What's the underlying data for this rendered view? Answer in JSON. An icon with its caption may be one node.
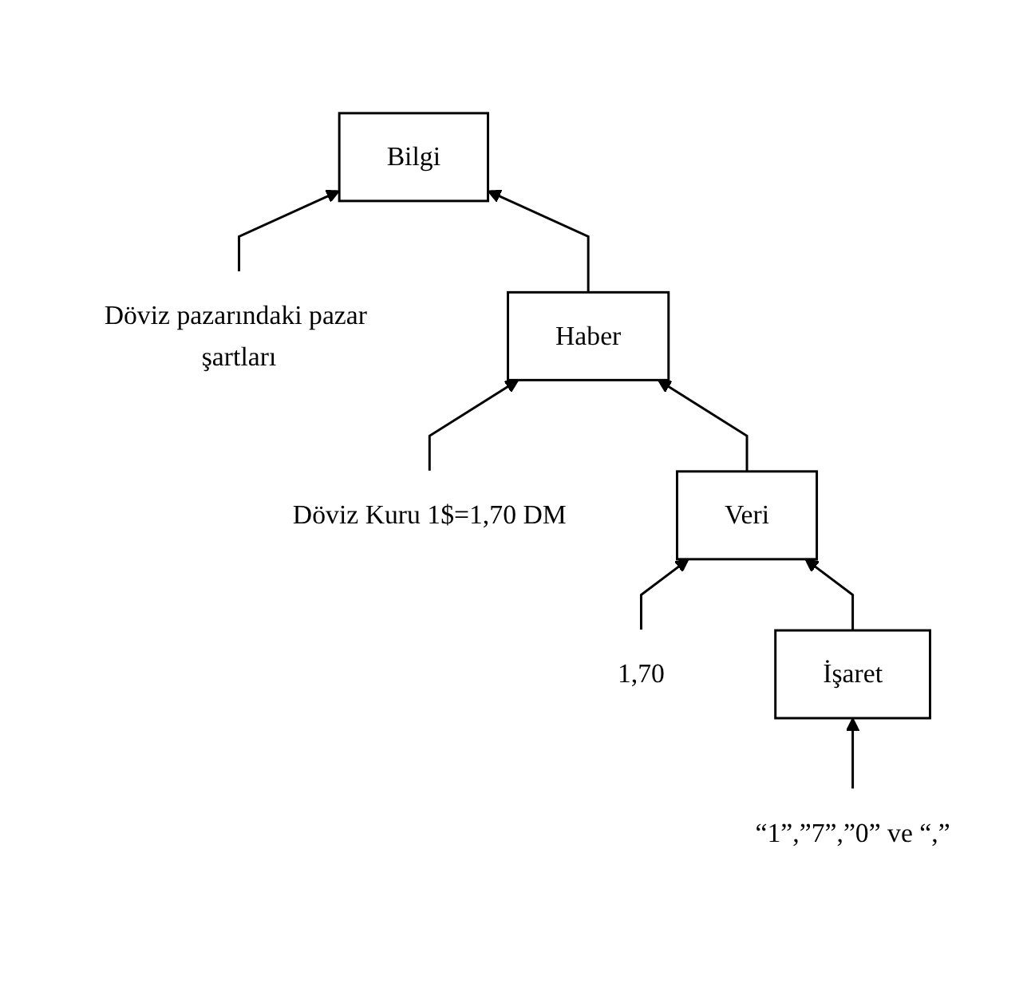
{
  "diagram": {
    "nodes": [
      {
        "text": [
          "Döviz pazarındaki pazar şartları"
        ]
      },
      {
        "text": [
          "Bilgi"
        ]
      },
      {
        "text": [
          "Döviz Kuru 1$=1,70 DM"
        ]
      },
      {
        "text": [
          "Haber"
        ]
      },
      {
        "text": [
          "1,70"
        ]
      },
      {
        "text": [
          "Veri"
        ]
      },
      {
        "text": [
          "“1”,”7”,”0” ve “,”"
        ]
      },
      {
        "text": [
          "İşaret"
        ]
      }
    ],
    "edges": [
      {
        "from": 0,
        "to": 1,
        "arrow": "to"
      },
      {
        "from": 2,
        "to": 3,
        "arrow": "to"
      },
      {
        "from": 4,
        "to": 5,
        "arrow": "to"
      },
      {
        "from": 6,
        "to": 7,
        "arrow": "to"
      },
      {
        "from": 7,
        "to": 5,
        "arrow": "to"
      },
      {
        "from": 5,
        "to": 3,
        "arrow": "to"
      },
      {
        "from": 3,
        "to": 1,
        "arrow": "to"
      }
    ]
  }
}
